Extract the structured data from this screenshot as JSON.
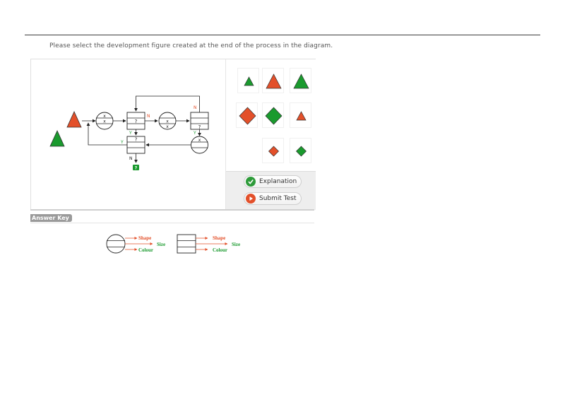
{
  "question": "Please select the development figure created at the end of the process in the diagram.",
  "flowchart": {
    "label_x": "x",
    "label_q": "?",
    "label_n": "N",
    "label_y": "Y",
    "result_q": "?"
  },
  "options": [
    {
      "shape": "triangle",
      "size": "small",
      "colour": "green"
    },
    {
      "shape": "triangle",
      "size": "large",
      "colour": "red"
    },
    {
      "shape": "triangle",
      "size": "large",
      "colour": "green"
    },
    {
      "shape": "diamond",
      "size": "large",
      "colour": "red"
    },
    {
      "shape": "diamond",
      "size": "large",
      "colour": "green"
    },
    {
      "shape": "triangle",
      "size": "small",
      "colour": "red"
    },
    {
      "shape": "diamond",
      "size": "small",
      "colour": "red"
    },
    {
      "shape": "diamond",
      "size": "small",
      "colour": "green"
    }
  ],
  "buttons": {
    "explanation": "Explanation",
    "submit": "Submit Test"
  },
  "answer_key": {
    "title": "Answer Key",
    "shape": "Shape",
    "size": "Size",
    "colour": "Colour"
  },
  "colors": {
    "red": "#e3502a",
    "green": "#1a9a2e",
    "shape_label": "#e3502a",
    "size_label": "#1a9a2e",
    "colour_label": "#1a9a2e"
  }
}
